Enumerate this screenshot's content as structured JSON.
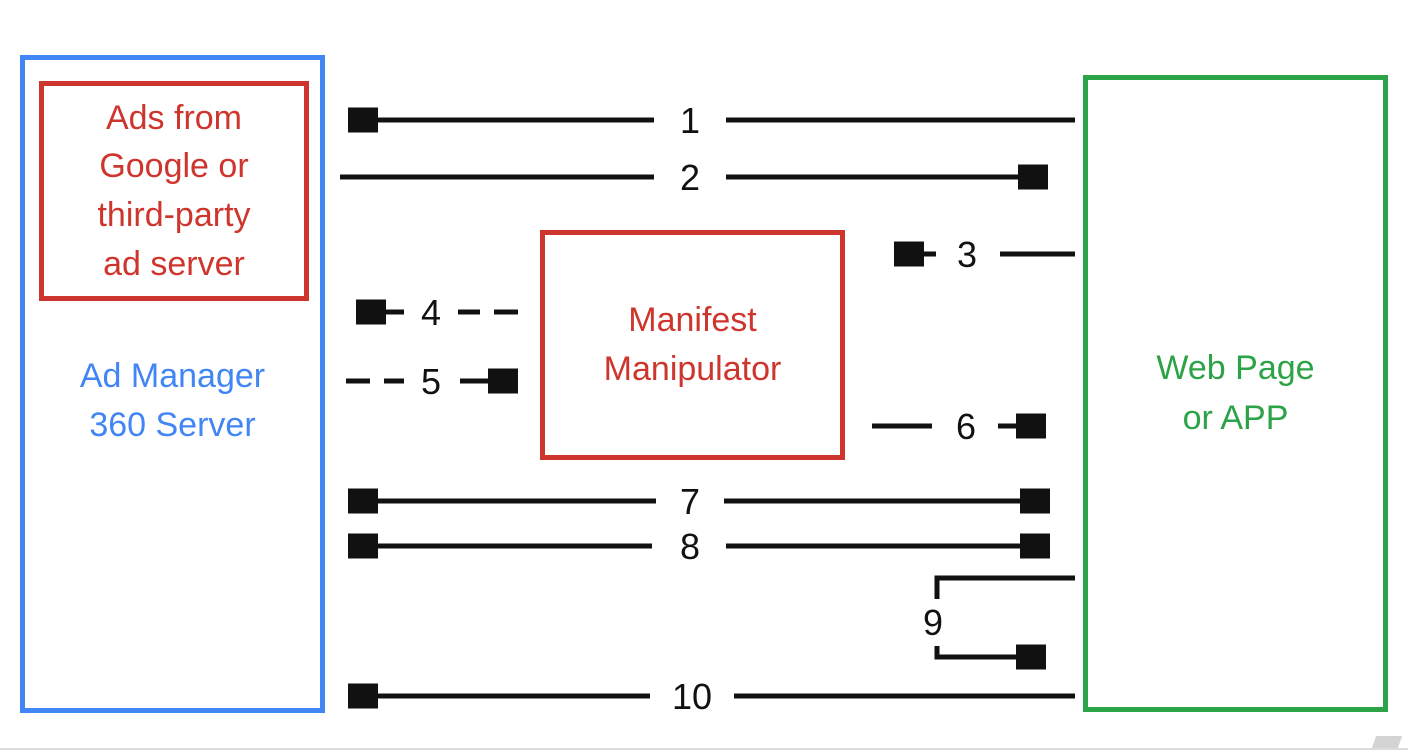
{
  "diagram": {
    "left_box": {
      "inner_label": "Ads from Google or third-party ad server",
      "label": "Ad Manager 360 Server"
    },
    "middle_box": {
      "label": "Manifest Manipulator"
    },
    "right_box": {
      "label": "Web Page or APP"
    },
    "arrow_labels": [
      "1",
      "2",
      "3",
      "4",
      "5",
      "6",
      "7",
      "8",
      "9",
      "10"
    ],
    "colors": {
      "blue": "#4285F4",
      "red": "#CE352C",
      "green": "#2DA348",
      "line": "#111111"
    }
  }
}
